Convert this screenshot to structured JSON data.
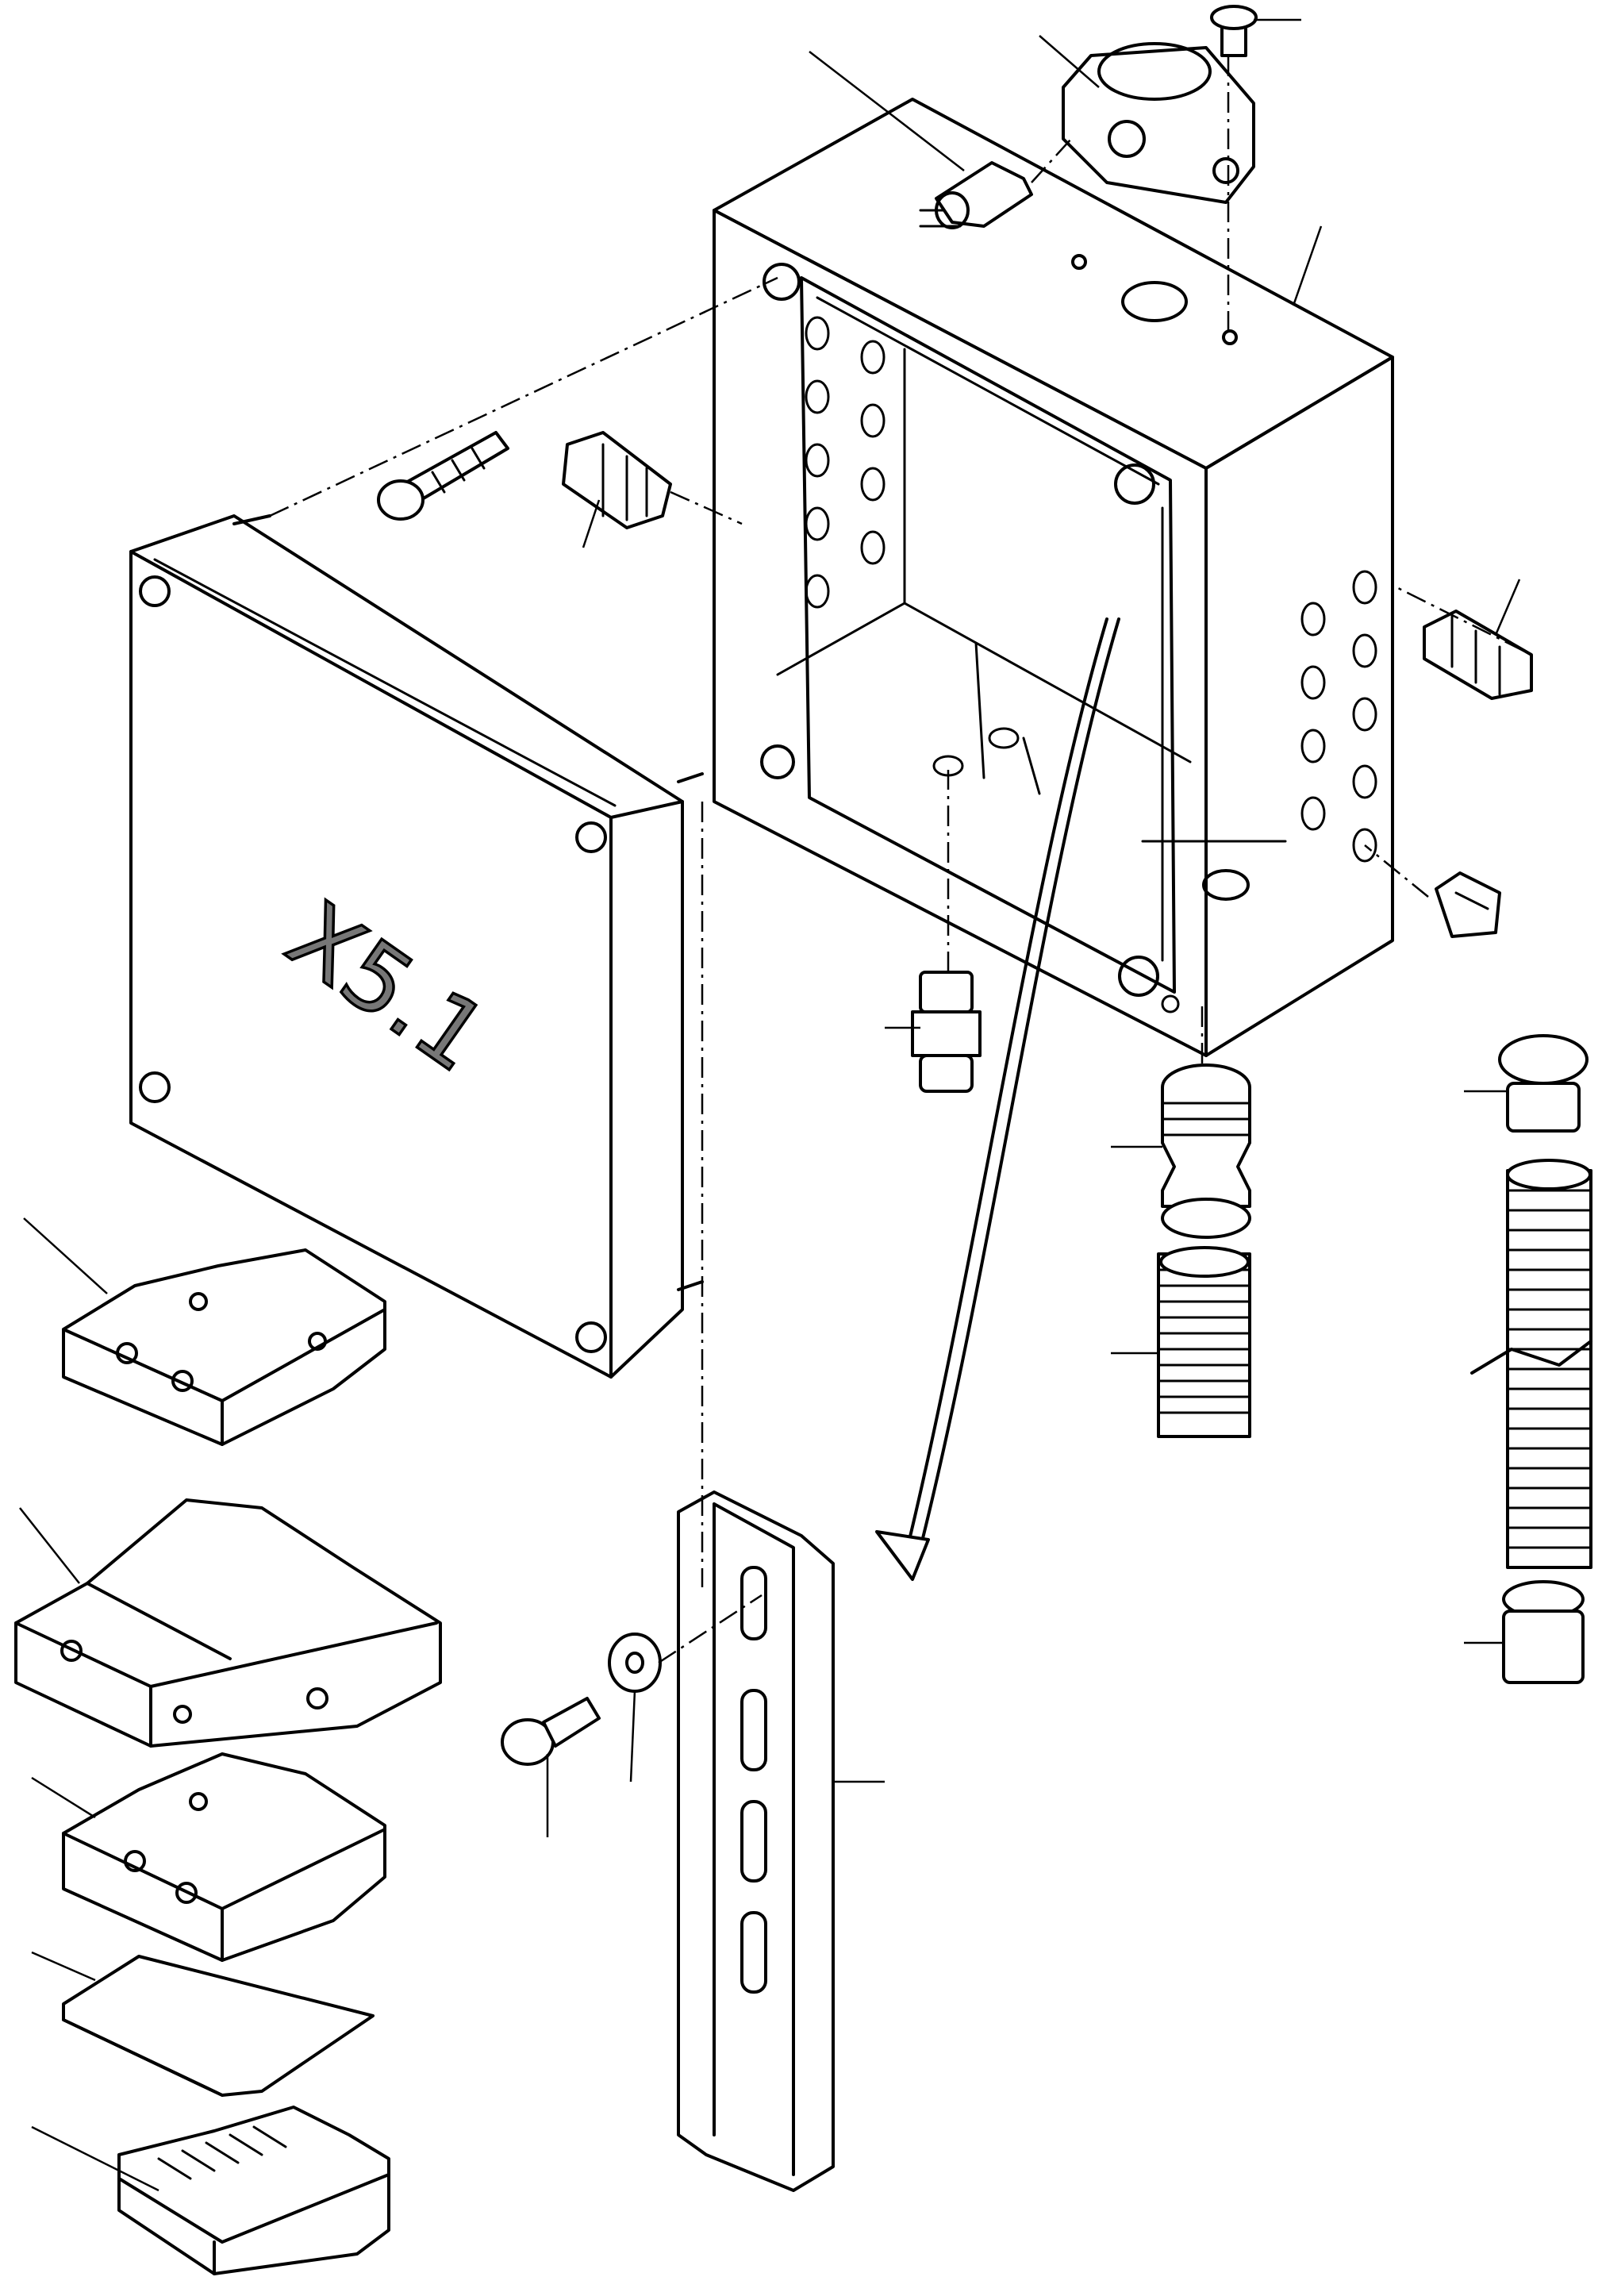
{
  "cover": {
    "label": "X5.1"
  },
  "parts": [
    "enclosure-box",
    "cover-plate",
    "cover-screw",
    "cable-gland-side",
    "cable-gland-bottom",
    "vent-plug",
    "wire-grommet",
    "switch-housing",
    "switch-screw",
    "blind-plug",
    "corrugated-conduit",
    "conduit-end-cap",
    "terminal-block",
    "double-terminal-block",
    "end-plate",
    "end-clamp",
    "din-rail",
    "rail-screw",
    "rail-washer"
  ]
}
